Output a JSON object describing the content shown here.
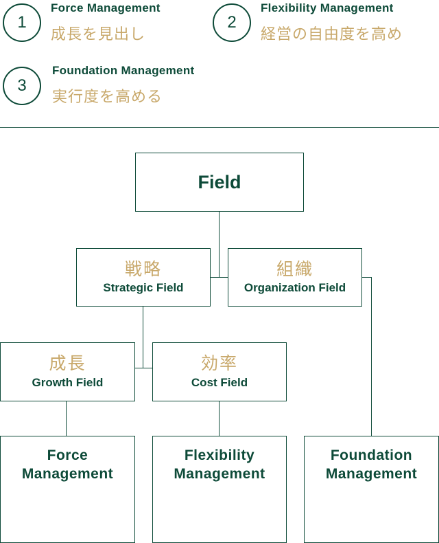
{
  "legend": [
    {
      "number": "1",
      "title_en": "Force Management",
      "title_jp": "成長を見出し"
    },
    {
      "number": "2",
      "title_en": "Flexibility Management",
      "title_jp": "経営の自由度を高め"
    },
    {
      "number": "3",
      "title_en": "Foundation Management",
      "title_jp": "実行度を高める"
    }
  ],
  "tree": {
    "root": {
      "label": "Field"
    },
    "strategy": {
      "jp": "戦略",
      "en": "Strategic Field"
    },
    "organization": {
      "jp": "組織",
      "en": "Organization Field"
    },
    "growth": {
      "jp": "成長",
      "en": "Growth Field"
    },
    "efficiency": {
      "jp": "効率",
      "en": "Cost Field"
    },
    "leaf_force": {
      "label": "Force\nManagement"
    },
    "leaf_flexibility": {
      "label": "Flexibility\nManagement"
    },
    "leaf_foundation": {
      "label": "Foundation\nManagement"
    }
  },
  "colors": {
    "primary": "#0d4a38",
    "accent": "#c8a86a",
    "background": "#ffffff"
  }
}
